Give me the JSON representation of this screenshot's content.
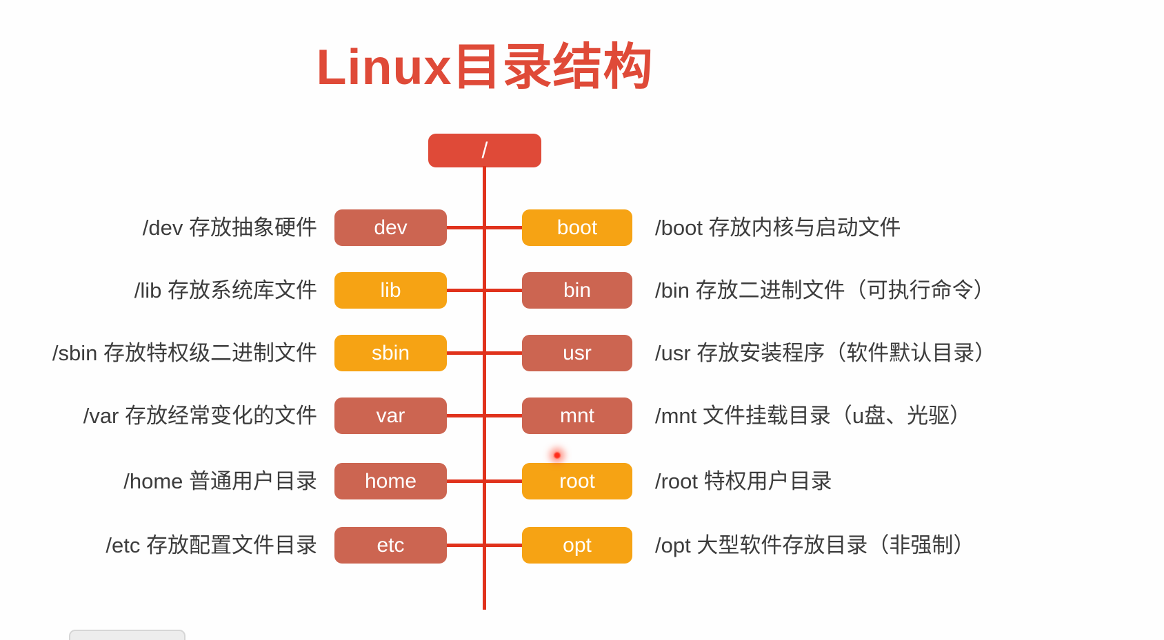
{
  "title": "Linux目录结构",
  "colors": {
    "title_red": "#df4a38",
    "brown": "#cc6551",
    "orange": "#f6a314",
    "line_red": "#e0321c",
    "label_gray": "#3c3c3c"
  },
  "root": {
    "label": "/"
  },
  "rows": [
    {
      "left": {
        "name": "dev",
        "color": "brown",
        "desc": "/dev 存放抽象硬件"
      },
      "right": {
        "name": "boot",
        "color": "orange",
        "desc": "/boot 存放内核与启动文件"
      }
    },
    {
      "left": {
        "name": "lib",
        "color": "orange",
        "desc": "/lib 存放系统库文件"
      },
      "right": {
        "name": "bin",
        "color": "brown",
        "desc": "/bin 存放二进制文件（可执行命令）"
      }
    },
    {
      "left": {
        "name": "sbin",
        "color": "orange",
        "desc": "/sbin 存放特权级二进制文件"
      },
      "right": {
        "name": "usr",
        "color": "brown",
        "desc": "/usr 存放安装程序（软件默认目录）"
      }
    },
    {
      "left": {
        "name": "var",
        "color": "brown",
        "desc": "/var 存放经常变化的文件"
      },
      "right": {
        "name": "mnt",
        "color": "brown",
        "desc": "/mnt 文件挂载目录（u盘、光驱）"
      }
    },
    {
      "left": {
        "name": "home",
        "color": "brown",
        "desc": "/home 普通用户目录"
      },
      "right": {
        "name": "root",
        "color": "orange",
        "desc": "/root 特权用户目录"
      }
    },
    {
      "left": {
        "name": "etc",
        "color": "brown",
        "desc": "/etc 存放配置文件目录"
      },
      "right": {
        "name": "opt",
        "color": "orange",
        "desc": "/opt 大型软件存放目录（非强制）"
      }
    }
  ]
}
